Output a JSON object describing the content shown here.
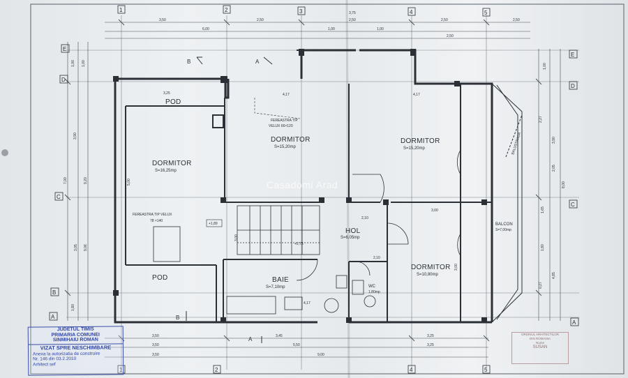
{
  "axes": {
    "numbers": [
      "1",
      "2",
      "3",
      "4",
      "5"
    ],
    "letters": [
      "A",
      "B",
      "C",
      "D",
      "E"
    ]
  },
  "rooms": {
    "dormitor1": {
      "name": "DORMITOR",
      "area": "S=16,25mp"
    },
    "dormitor2": {
      "name": "DORMITOR",
      "area": "S=15,20mp"
    },
    "dormitor3": {
      "name": "DORMITOR",
      "area": "S=15,20mp"
    },
    "dormitor4": {
      "name": "DORMITOR",
      "area": "S=10,80mp"
    },
    "pod_top": {
      "name": "POD"
    },
    "pod_bottom": {
      "name": "POD"
    },
    "hol": {
      "name": "HOL",
      "area": "S=6,05mp"
    },
    "baie": {
      "name": "BAIE",
      "area": "S=7,10mp"
    },
    "wc": {
      "name": "WC",
      "area": "1,80mp"
    },
    "balcon": {
      "name": "BALCON",
      "area": "S=7,00mp"
    }
  },
  "notes": {
    "fereastra1_a": "FEREASTRA TIP",
    "fereastra1_b": "VELUX 66×120",
    "fereastra2_a": "FEREASTRA TIP VELUX",
    "fereastra2_b": "78 ×140",
    "balustrada": "BALUSTRADA",
    "level1": "+1,89",
    "level2": "+2,75"
  },
  "sections": {
    "a": "A",
    "b": "B"
  },
  "dims": {
    "top1": [
      "3,50",
      "2,50",
      "2,50",
      "2,50",
      "2,50"
    ],
    "top2": [
      "6,00",
      "1,00",
      "1,00",
      "3,75",
      "2,50"
    ],
    "bottom1": [
      "3,50",
      "3,45",
      "3,25"
    ],
    "bottom2": [
      "3,50",
      "5,50",
      "3,25"
    ],
    "bottom3": [
      "3,50",
      "9,00"
    ],
    "left": [
      "1,00",
      "1,00",
      "3,90",
      "7,00",
      "9,20",
      "5,00",
      "3,05",
      "9,06",
      "1,80"
    ],
    "right": [
      "1,00",
      "2,27",
      "3,90",
      "2,05",
      "8,00",
      "1,65",
      "1,80",
      "4,85",
      "0,27"
    ],
    "inner": [
      "3,25",
      "4,17",
      "4,17",
      "4,17",
      "3,00",
      "3,00",
      "3,00",
      "2,10",
      "2,10",
      "4,17"
    ]
  },
  "stamp": {
    "line1": "JUDETUL TIMIS",
    "line2": "PRIMARIA COMUNEI",
    "line3": "SINMIHAIU ROMAN",
    "line4": "VIZAT SPRE NESCHIMBARE",
    "line5": "Anexa la autorizatia de construire",
    "line6": "Nr. 146 din 03.2.2010",
    "line7": "Arhitect sef"
  },
  "stamp2": {
    "line1": "ORDINUL ARHITECTILOR",
    "line2": "DIN ROMANIA",
    "line3": "Nume",
    "line4": "SUSAN"
  },
  "watermark": "Casadomi Arad"
}
